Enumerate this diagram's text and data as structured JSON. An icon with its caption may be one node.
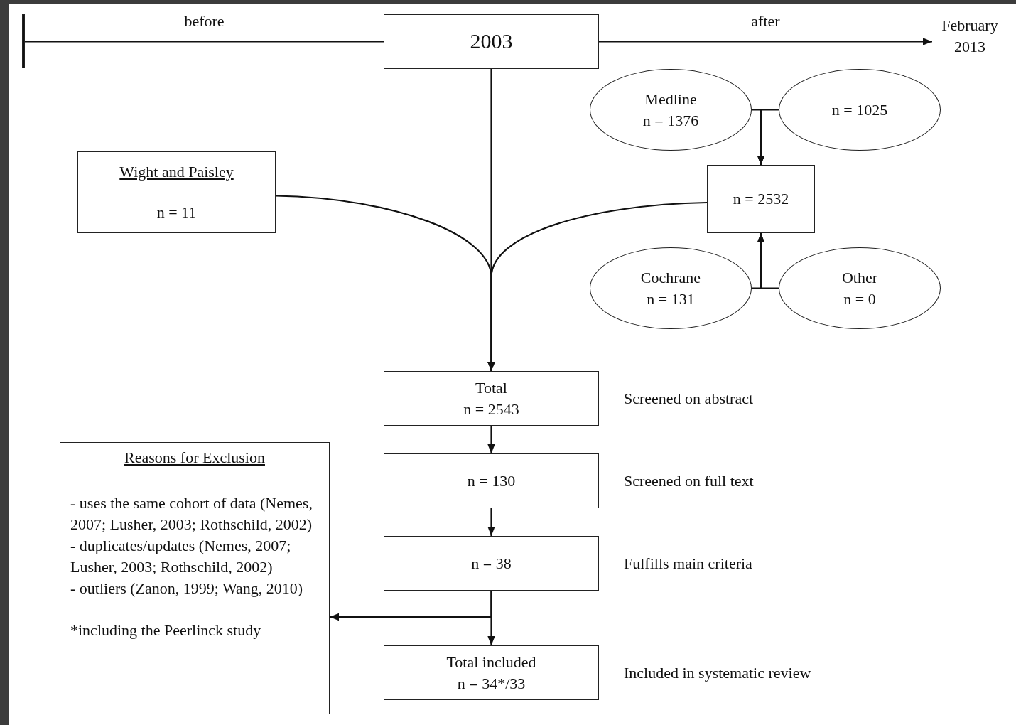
{
  "diagram": {
    "nodes": [
      {
        "text": [
          "2003"
        ]
      },
      {
        "text": [],
        "shape": "bar"
      },
      {
        "text": [
          "February 2013"
        ]
      },
      {
        "text": [
          "Medline",
          "n = 1376"
        ]
      },
      {
        "text": [
          "n = 1025"
        ]
      },
      {
        "text": [
          "Wight and Paisley",
          "n = 11"
        ]
      },
      {
        "text": [
          "n = 2532"
        ]
      },
      {
        "text": [
          "Cochrane",
          "n = 131"
        ]
      },
      {
        "text": [
          "Other",
          "n = 0"
        ]
      },
      {
        "text": [
          "Total",
          "n = 2543"
        ],
        "beside": [
          "Screened on abstract"
        ]
      },
      {
        "text": [
          "n = 130"
        ],
        "beside": [
          "Screened on full text"
        ]
      },
      {
        "text": [
          "n = 38"
        ],
        "beside": [
          "Fulfills main criteria"
        ]
      },
      {
        "text": [
          "Reasons for Exclusion",
          "- uses the same cohort of data (Nemes, 2007; Lusher, 2003; Rothschild, 2002)",
          "- duplicates/updates (Nemes, 2007; Lusher, 2003; Rothschild, 2002)",
          "- outliers (Zanon, 1999; Wang, 2010)",
          "*including the Peerlinck study"
        ]
      },
      {
        "text": [
          "Total included",
          "n = 34*/33"
        ],
        "beside": [
          "Included in systematic review"
        ]
      }
    ],
    "edges": [
      {
        "from": 0,
        "to": 1,
        "arrow": "none",
        "label": "before"
      },
      {
        "from": 0,
        "to": 2,
        "arrow": "to",
        "label": "after"
      },
      {
        "from": 3,
        "to": 6,
        "arrow": "to"
      },
      {
        "from": 4,
        "to": 6,
        "arrow": "to"
      },
      {
        "from": 7,
        "to": 6,
        "arrow": "to"
      },
      {
        "from": 8,
        "to": 6,
        "arrow": "to"
      },
      {
        "from": 0,
        "to": 9,
        "arrow": "to"
      },
      {
        "from": 5,
        "to": 9,
        "arrow": "to"
      },
      {
        "from": 6,
        "to": 9,
        "arrow": "to"
      },
      {
        "from": 9,
        "to": 10,
        "arrow": "to"
      },
      {
        "from": 10,
        "to": 11,
        "arrow": "to"
      },
      {
        "from": 11,
        "to": 13,
        "arrow": "to"
      },
      {
        "from": 11,
        "to": 12,
        "arrow": "to"
      }
    ]
  }
}
